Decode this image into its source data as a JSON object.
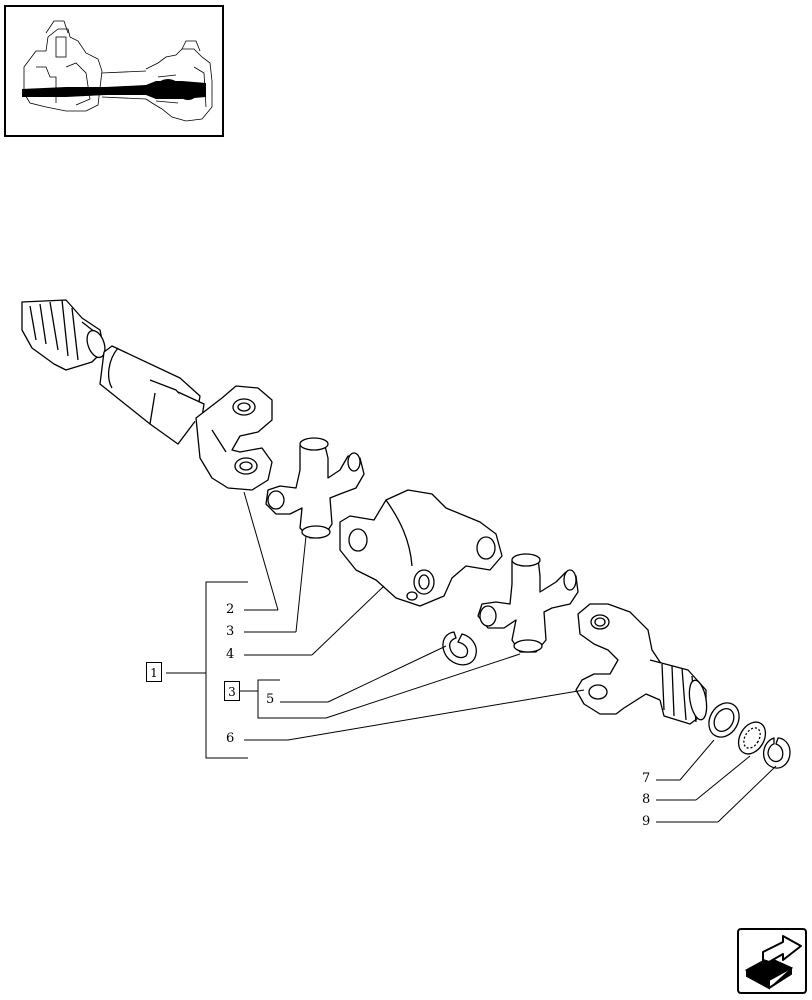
{
  "callouts": {
    "group_main": "1",
    "group_sub": "3",
    "c2": "2",
    "c3": "3",
    "c4": "4",
    "c5": "5",
    "c6": "6",
    "c7": "7",
    "c8": "8",
    "c9": "9"
  },
  "nav": {
    "icon": "next-page-arrow-icon"
  }
}
